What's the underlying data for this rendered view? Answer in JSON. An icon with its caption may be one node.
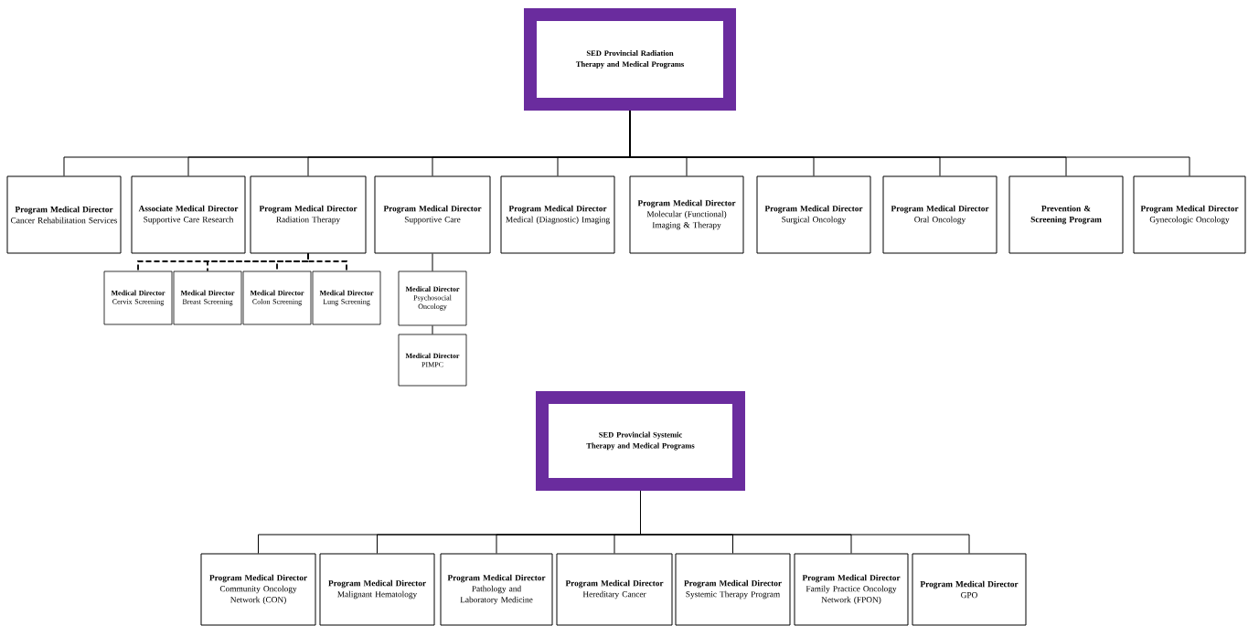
{
  "diagram": {
    "nodes": [
      {
        "text": [
          "SED Provincial Radiation Therapy and Medical Programs"
        ]
      },
      {
        "text": [
          "Program Medical Director",
          "Cancer Rehabilitation Services"
        ]
      },
      {
        "text": [
          "Associate Medical Director",
          "Supportive Care Research"
        ]
      },
      {
        "text": [
          "Program Medical Director",
          "Radiation Therapy"
        ]
      },
      {
        "text": [
          "Program Medical Director",
          "Supportive Care"
        ]
      },
      {
        "text": [
          "Program Medical Director",
          "Medical (Diagnostic) Imaging"
        ]
      },
      {
        "text": [
          "Program Medical Director",
          "Molecular (Functional) Imaging & Therapy"
        ]
      },
      {
        "text": [
          "Program Medical Director",
          "Surgical Oncology"
        ]
      },
      {
        "text": [
          "Program Medical Director",
          "Oral Oncology"
        ]
      },
      {
        "text": [
          "Prevention & Screening Program"
        ]
      },
      {
        "text": [
          "Program Medical Director",
          "Gynecologic Oncology"
        ]
      },
      {
        "text": [
          "Medical Director",
          "Cervix Screening"
        ]
      },
      {
        "text": [
          "Medical Director",
          "Breast Screening"
        ]
      },
      {
        "text": [
          "Medical Director",
          "Colon Screening"
        ]
      },
      {
        "text": [
          "Medical Director",
          "Lung Screening"
        ]
      },
      {
        "text": [
          "Medical Director",
          "Psychosocial Oncology"
        ]
      },
      {
        "text": [
          "Medical Director",
          "PIMPC"
        ]
      },
      {
        "text": [
          "SED Provincial Systemic Therapy and Medical Programs"
        ]
      },
      {
        "text": [
          "Program Medical Director",
          "Community Oncology Network (CON)"
        ]
      },
      {
        "text": [
          "Program Medical Director",
          "Malignant Hematology"
        ]
      },
      {
        "text": [
          "Program Medical Director",
          "Pathology and Laboratory Medicine"
        ]
      },
      {
        "text": [
          "Program Medical Director",
          "Hereditary Cancer"
        ]
      },
      {
        "text": [
          "Program Medical Director",
          "Systemic Therapy Program"
        ]
      },
      {
        "text": [
          "Program Medical Director",
          "Family Practice Oncology Network (FPON)"
        ]
      },
      {
        "text": [
          "Program Medical Director",
          "GPO"
        ]
      }
    ],
    "edges": [
      {
        "from": 0,
        "to": 1,
        "arrow": "none"
      },
      {
        "from": 0,
        "to": 2,
        "arrow": "none"
      },
      {
        "from": 0,
        "to": 3,
        "arrow": "none"
      },
      {
        "from": 0,
        "to": 4,
        "arrow": "none"
      },
      {
        "from": 0,
        "to": 5,
        "arrow": "none"
      },
      {
        "from": 0,
        "to": 6,
        "arrow": "none"
      },
      {
        "from": 0,
        "to": 7,
        "arrow": "none"
      },
      {
        "from": 0,
        "to": 8,
        "arrow": "none"
      },
      {
        "from": 0,
        "to": 9,
        "arrow": "none"
      },
      {
        "from": 0,
        "to": 10,
        "arrow": "none"
      },
      {
        "from": 3,
        "to": 11,
        "arrow": "none",
        "style": "dashed"
      },
      {
        "from": 3,
        "to": 12,
        "arrow": "none",
        "style": "dashed"
      },
      {
        "from": 3,
        "to": 13,
        "arrow": "none",
        "style": "dashed"
      },
      {
        "from": 3,
        "to": 14,
        "arrow": "none",
        "style": "dashed"
      },
      {
        "from": 4,
        "to": 15,
        "arrow": "none"
      },
      {
        "from": 15,
        "to": 16,
        "arrow": "none"
      },
      {
        "from": 17,
        "to": 18,
        "arrow": "none"
      },
      {
        "from": 17,
        "to": 19,
        "arrow": "none"
      },
      {
        "from": 17,
        "to": 20,
        "arrow": "none"
      },
      {
        "from": 17,
        "to": 21,
        "arrow": "none"
      },
      {
        "from": 17,
        "to": 22,
        "arrow": "none"
      },
      {
        "from": 17,
        "to": 23,
        "arrow": "none"
      },
      {
        "from": 17,
        "to": 24,
        "arrow": "none"
      }
    ]
  }
}
